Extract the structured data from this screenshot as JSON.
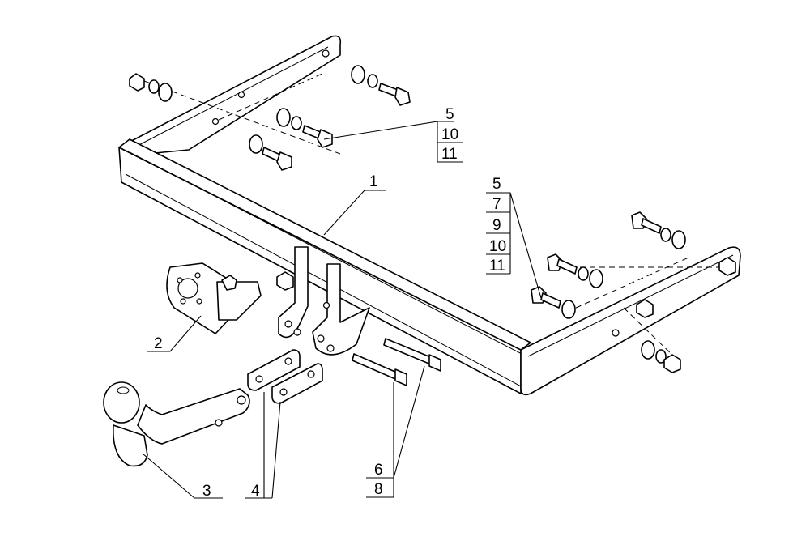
{
  "callouts": {
    "frame": "1",
    "socket_bracket": "2",
    "tow_ball": "3",
    "plates": "4",
    "group_left": [
      "5",
      "10",
      "11"
    ],
    "group_right": [
      "5",
      "7",
      "9",
      "10",
      "11"
    ],
    "group_bottom": [
      "6",
      "8"
    ]
  }
}
